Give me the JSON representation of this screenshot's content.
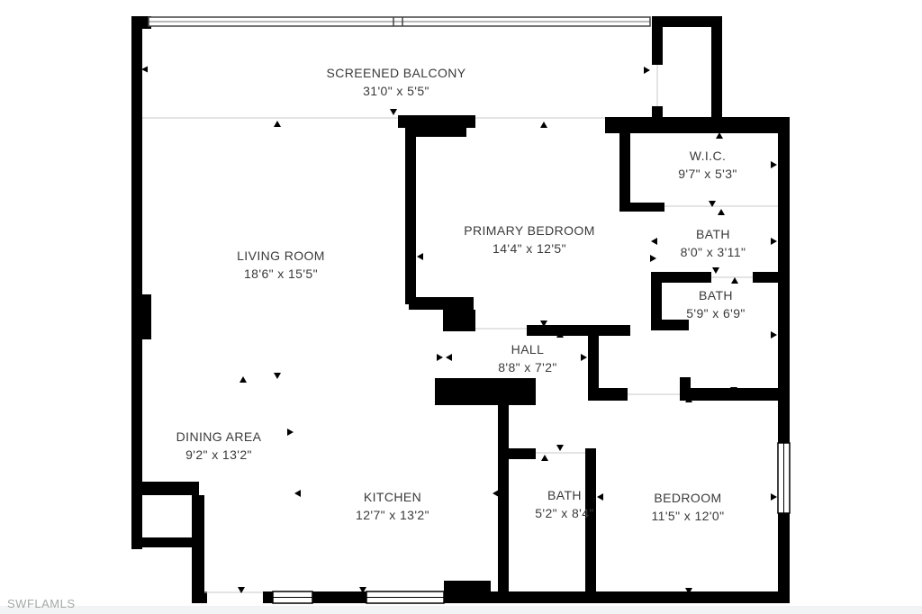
{
  "plan": {
    "type": "residential-floor-plan",
    "rooms": [
      {
        "key": "screened-balcony",
        "name": "SCREENED BALCONY",
        "dims": "31'0\" x 5'5\""
      },
      {
        "key": "living-room",
        "name": "LIVING ROOM",
        "dims": "18'6\" x 15'5\""
      },
      {
        "key": "primary-bedroom",
        "name": "PRIMARY BEDROOM",
        "dims": "14'4\" x 12'5\""
      },
      {
        "key": "wic",
        "name": "W.I.C.",
        "dims": "9'7\" x 5'3\""
      },
      {
        "key": "bath-1",
        "name": "BATH",
        "dims": "8'0\" x 3'11\""
      },
      {
        "key": "bath-2",
        "name": "BATH",
        "dims": "5'9\" x 6'9\""
      },
      {
        "key": "hall",
        "name": "HALL",
        "dims": "8'8\" x 7'2\""
      },
      {
        "key": "dining-area",
        "name": "DINING AREA",
        "dims": "9'2\" x 13'2\""
      },
      {
        "key": "kitchen",
        "name": "KITCHEN",
        "dims": "12'7\" x 13'2\""
      },
      {
        "key": "bath-3",
        "name": "BATH",
        "dims": "5'2\" x 8'4\""
      },
      {
        "key": "bedroom",
        "name": "BEDROOM",
        "dims": "11'5\" x 12'0\""
      }
    ]
  },
  "watermark": {
    "text": "SWFLAMLS"
  },
  "colors": {
    "wall": "#000000",
    "label_text": "#3a3a3a",
    "watermark": "#a5a8a5",
    "background": "#ffffff",
    "railing_line": "#444444",
    "opening_line": "#c9c9c9"
  }
}
